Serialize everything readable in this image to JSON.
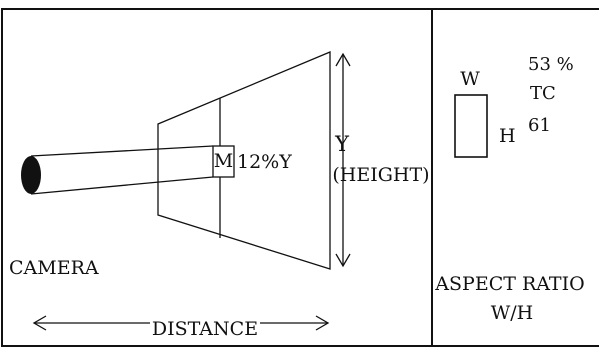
{
  "left_panel": {
    "camera_label": "CAMERA",
    "target_label": "M",
    "target_percent_label": "12%Y",
    "height_letter": "Y",
    "height_word": "(HEIGHT)",
    "distance_label": "DISTANCE"
  },
  "right_panel": {
    "w_label": "W",
    "h_label": "H",
    "percent_value": "53 %",
    "tc_label": "TC",
    "tc_value": "61",
    "aspect_title": "ASPECT RATIO",
    "aspect_formula": "W/H"
  },
  "colors": {
    "ink": "#111111",
    "background": "#ffffff"
  }
}
